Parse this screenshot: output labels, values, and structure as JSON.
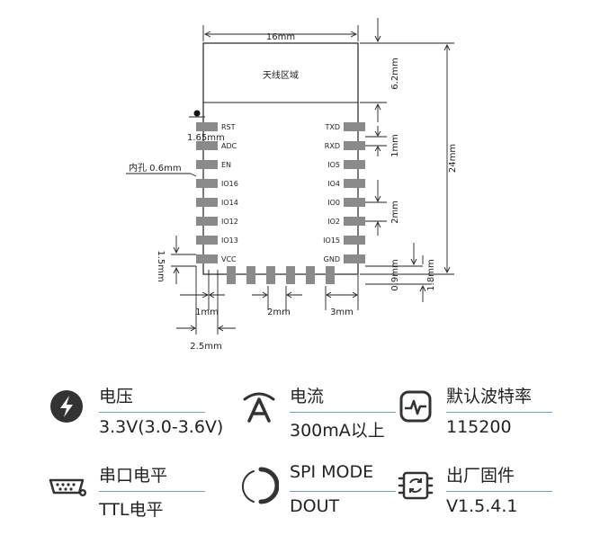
{
  "module": {
    "antenna_label": "天线区域",
    "left_pins": [
      "RST",
      "ADC",
      "EN",
      "IO16",
      "IO14",
      "IO12",
      "IO13",
      "VCC"
    ],
    "right_pins": [
      "TXD",
      "RXD",
      "IO5",
      "IO4",
      "IO0",
      "IO2",
      "IO15",
      "GND"
    ]
  },
  "dimensions": {
    "width": "16mm",
    "height": "24mm",
    "antenna_height": "6.2mm",
    "first_pin_offset": "1.65mm",
    "hole": "内孔 0.6mm",
    "pitch_right": "1mm",
    "gap_right": "2mm",
    "pad_length": "1.5mm",
    "bottom_offset": "0.9mm",
    "bottom_total": "1.8mm",
    "pad_width": "1mm",
    "pad_gap": "2mm",
    "bottom_edge": "3mm",
    "left_edge": "2.5mm"
  },
  "specs": [
    {
      "title": "电压",
      "value": "3.3V(3.0-3.6V)",
      "icon": "lightning-bolt-icon"
    },
    {
      "title": "电流",
      "value": "300mA以上",
      "icon": "current-ampere-icon"
    },
    {
      "title": "默认波特率",
      "value": "115200",
      "icon": "waveform-monitor-icon"
    },
    {
      "title": "串口电平",
      "value": "TTL电平",
      "icon": "serial-port-icon"
    },
    {
      "title": "SPI MODE",
      "value": "DOUT",
      "icon": "spi-mode-circle-icon"
    },
    {
      "title": "出厂固件",
      "value": "V1.5.4.1",
      "icon": "firmware-chip-icon"
    }
  ]
}
